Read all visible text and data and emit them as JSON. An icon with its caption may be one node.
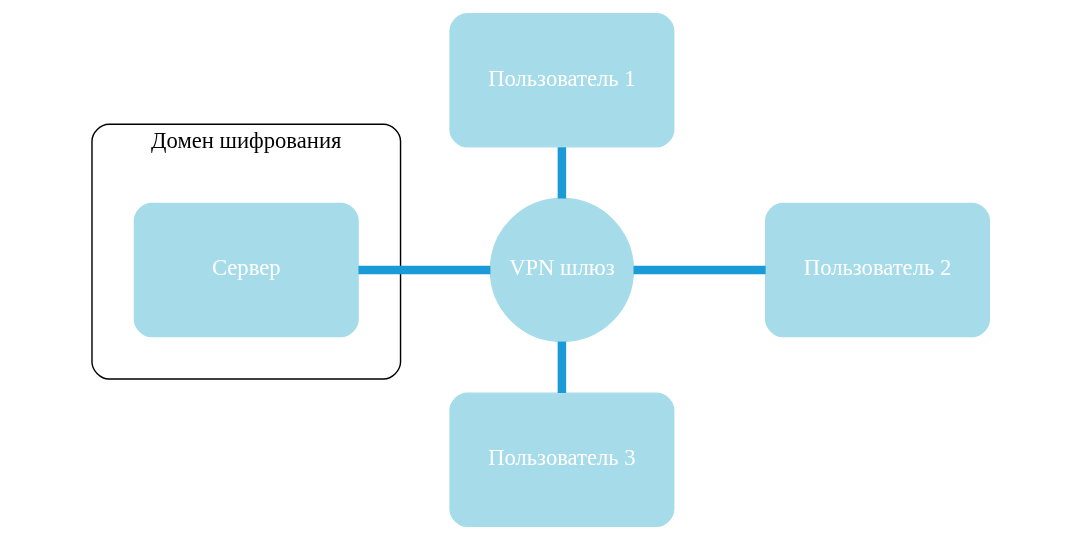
{
  "diagram": {
    "nodes": [
      {
        "text": [
          "Домен шифрования"
        ]
      },
      {
        "text": [
          "Сервер"
        ],
        "in": 0
      },
      {
        "text": [
          "VPN шлюз"
        ]
      },
      {
        "text": [
          "Пользователь 1"
        ]
      },
      {
        "text": [
          "Пользователь 2"
        ]
      },
      {
        "text": [
          "Пользователь 3"
        ]
      }
    ],
    "edges": [
      {
        "from": 1,
        "to": 2,
        "arrow": "none"
      },
      {
        "from": 2,
        "to": 3,
        "arrow": "none"
      },
      {
        "from": 2,
        "to": 4,
        "arrow": "none"
      },
      {
        "from": 2,
        "to": 5,
        "arrow": "none"
      }
    ]
  }
}
